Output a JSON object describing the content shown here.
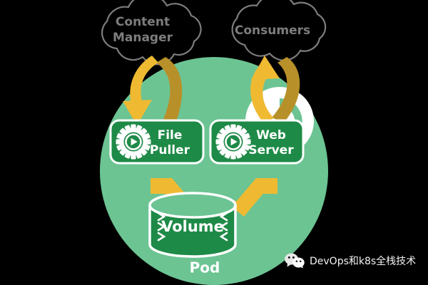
{
  "diagram": {
    "title_implicit": "Pod",
    "background_color": "#000000",
    "clouds": [
      {
        "id": "content-manager",
        "label_line1": "Content",
        "label_line2": "Manager",
        "outline_color": "#7d7d7d",
        "text_color": "#7d7d7d"
      },
      {
        "id": "consumers",
        "label_line1": "Consumers",
        "label_line2": "",
        "outline_color": "#7d7d7d",
        "text_color": "#7d7d7d"
      }
    ],
    "pod": {
      "label": "Pod",
      "circle_color": "#6cc493",
      "label_color": "#ffffff"
    },
    "containers": [
      {
        "id": "file-puller",
        "label_line1": "File",
        "label_line2": "Puller",
        "icon": "gear-play-icon",
        "fill": "#1e8a47",
        "border": "#ffffff",
        "text_color": "#ffffff"
      },
      {
        "id": "web-server",
        "label_line1": "Web",
        "label_line2": "Server",
        "icon": "gear-play-icon",
        "fill": "#1e8a47",
        "border": "#ffffff",
        "text_color": "#ffffff"
      }
    ],
    "volume": {
      "label": "Volume",
      "fill": "#1e8a47",
      "border": "#ffffff",
      "text_color": "#ffffff"
    },
    "arrows": [
      {
        "id": "content-manager-to-file-puller",
        "direction": "down",
        "from": "Content Manager",
        "to": "File Puller",
        "front_color": "#efba32",
        "back_color": "#b8902a",
        "style": "curved-ribbon"
      },
      {
        "id": "web-server-to-consumers",
        "direction": "up",
        "from": "Web Server",
        "to": "Consumers",
        "front_color": "#efba32",
        "back_color": "#b8902a",
        "style": "curved-ribbon"
      },
      {
        "id": "file-puller-to-volume",
        "direction": "down-right",
        "from": "File Puller",
        "to": "Volume",
        "front_color": "#efba32",
        "style": "straight"
      },
      {
        "id": "volume-to-web-server",
        "direction": "up-right",
        "from": "Volume",
        "to": "Web Server",
        "front_color": "#efba32",
        "style": "straight"
      }
    ],
    "decorations": [
      {
        "id": "sync-badge",
        "icon": "refresh-circle-icon",
        "circle_color": "#ffffff",
        "arrow_color": "#6cc493"
      }
    ]
  },
  "watermark": {
    "icon": "wechat-icon",
    "text": "DevOps和k8s全栈技术",
    "text_color": "#f2f2f2"
  }
}
